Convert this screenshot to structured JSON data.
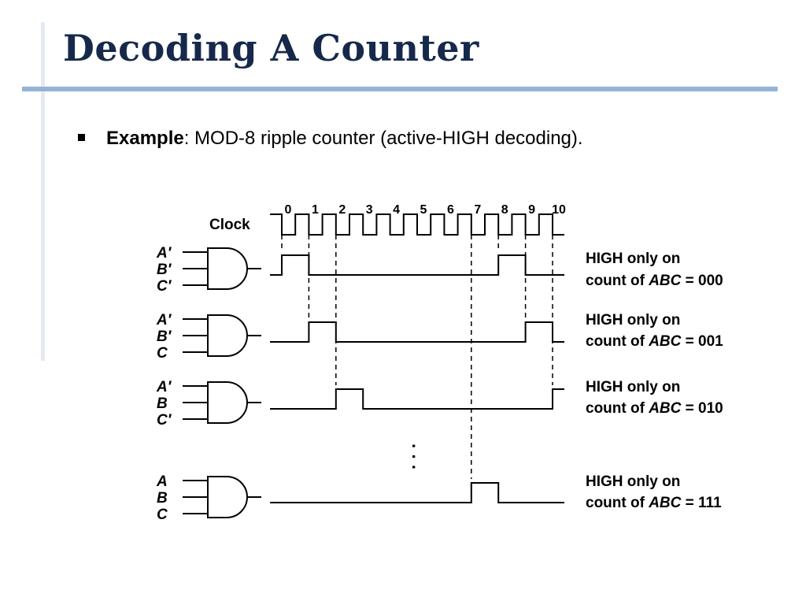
{
  "slide": {
    "title": "Decoding A Counter",
    "bullet_label": "Example",
    "bullet_text": ": MOD-8 ripple counter (active-HIGH decoding)."
  },
  "diagram": {
    "clock_label": "Clock",
    "pulse_numbers": [
      "0",
      "1",
      "2",
      "3",
      "4",
      "5",
      "6",
      "7",
      "8",
      "9",
      "10"
    ],
    "ellipsis": "· · ·",
    "decoders": [
      {
        "inputs": [
          "A′",
          "B′",
          "C′"
        ],
        "desc_line1": "HIGH only on",
        "desc_line2_prefix": "count of ",
        "desc_var": "ABC",
        "desc_value": " = 000",
        "high_counts": [
          0,
          8
        ]
      },
      {
        "inputs": [
          "A′",
          "B′",
          "C"
        ],
        "desc_line1": "HIGH only on",
        "desc_line2_prefix": "count of ",
        "desc_var": "ABC",
        "desc_value": " = 001",
        "high_counts": [
          1,
          9
        ]
      },
      {
        "inputs": [
          "A′",
          "B",
          "C′"
        ],
        "desc_line1": "HIGH only on",
        "desc_line2_prefix": "count of ",
        "desc_var": "ABC",
        "desc_value": " = 010",
        "high_counts": [
          2,
          10
        ]
      },
      {
        "inputs": [
          "A",
          "B",
          "C"
        ],
        "desc_line1": "HIGH only on",
        "desc_line2_prefix": "count of ",
        "desc_var": "ABC",
        "desc_value": " = 111",
        "high_counts": [
          7
        ]
      }
    ]
  }
}
